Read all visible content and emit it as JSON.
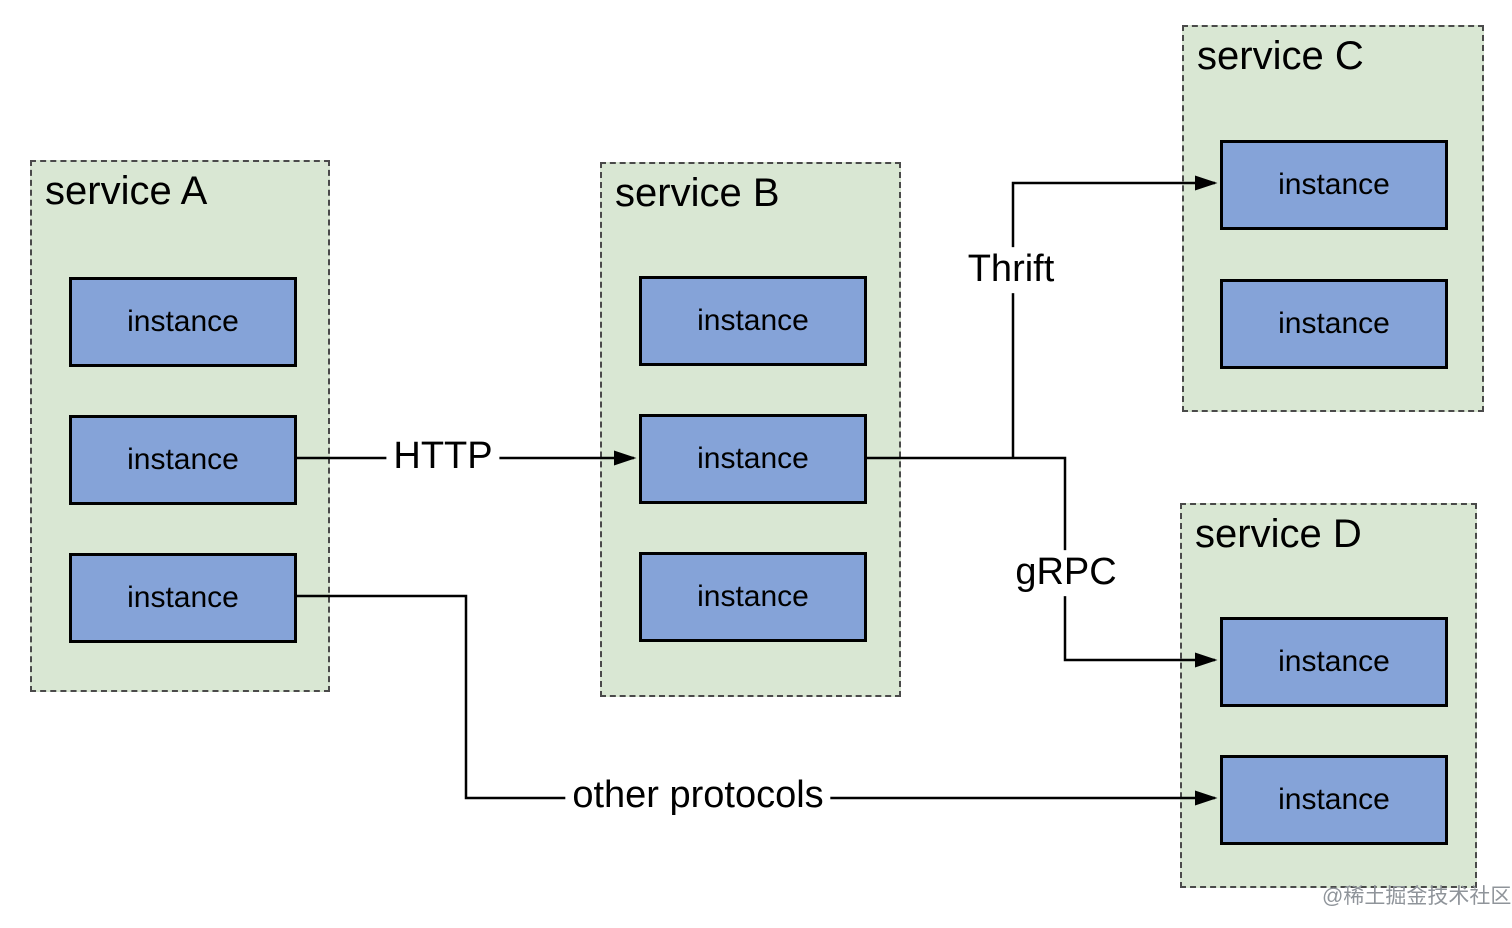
{
  "services": [
    {
      "title": "service A",
      "instances": [
        "instance",
        "instance",
        "instance"
      ]
    },
    {
      "title": "service B",
      "instances": [
        "instance",
        "instance",
        "instance"
      ]
    },
    {
      "title": "service C",
      "instances": [
        "instance",
        "instance"
      ]
    },
    {
      "title": "service D",
      "instances": [
        "instance",
        "instance"
      ]
    }
  ],
  "edges": [
    {
      "label": "HTTP",
      "from": "service A instance 2",
      "to": "service B instance 2"
    },
    {
      "label": "Thrift",
      "from": "service B instance 2",
      "to": "service C instance 1"
    },
    {
      "label": "gRPC",
      "from": "service B instance 2",
      "to": "service D instance 1"
    },
    {
      "label": "other protocols",
      "from": "service A instance 3",
      "to": "service D instance 2"
    }
  ],
  "watermark": {
    "text": "@稀土掘金技术社区"
  },
  "colors": {
    "service_fill": "#d9e7d3",
    "service_border": "#4a4a4a",
    "instance_fill": "#85a3d8",
    "instance_border": "#000000",
    "connector": "#000000",
    "label_text": "#000000",
    "watermark_text": "#8f949a",
    "canvas_bg": "#ffffff"
  }
}
